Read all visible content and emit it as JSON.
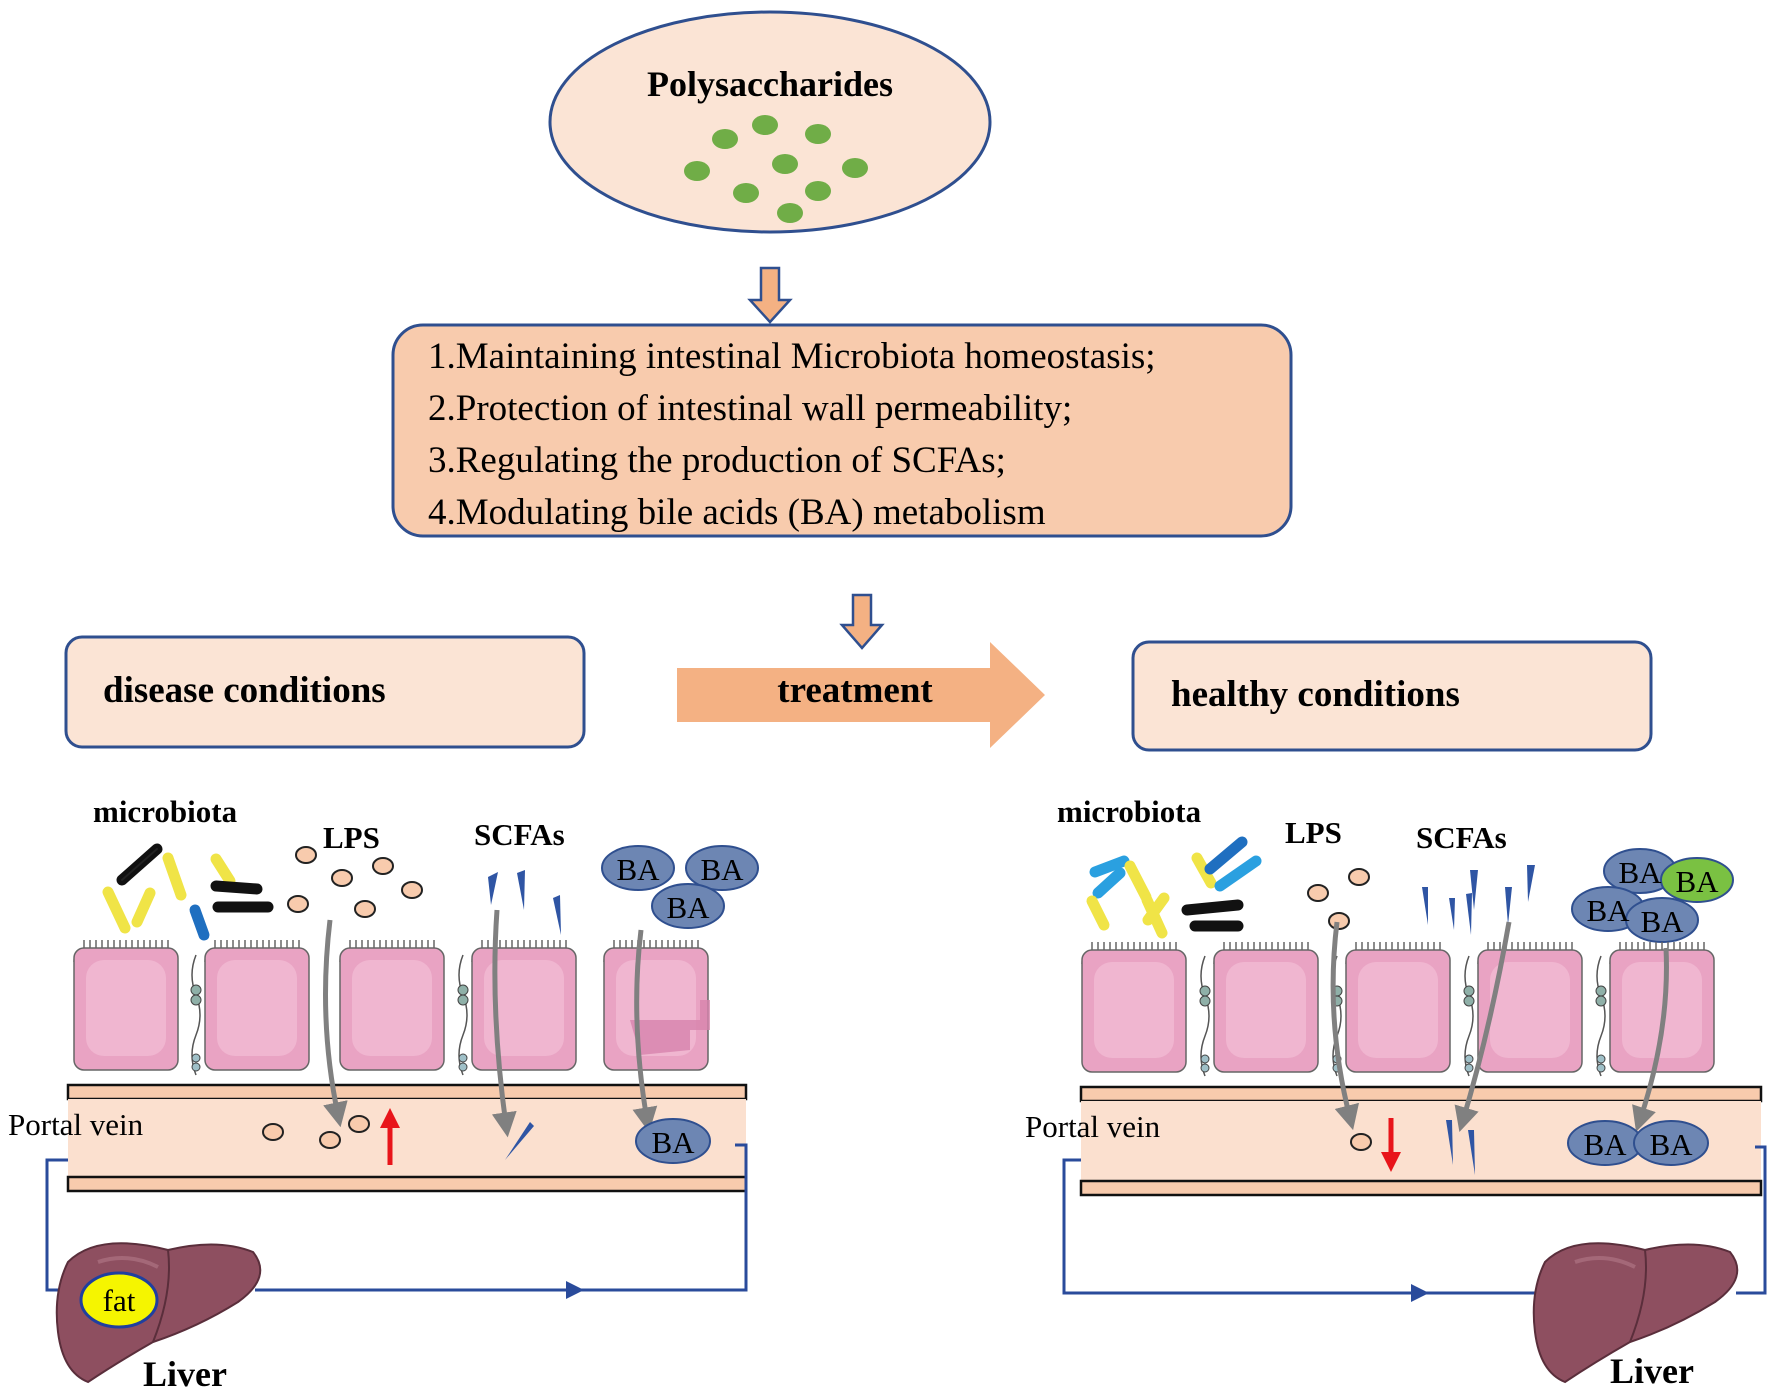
{
  "colors": {
    "peach": "#fbe4d5",
    "box_fill": "#f8cbad",
    "arrow_fill": "#f4b183",
    "outline": "#2f4f8f",
    "green_dot": "#70ad47",
    "cell_pink": "#e9a3c3",
    "vein_fill": "#fbe0cf",
    "ba_blue": "#6d86b3",
    "ba_green": "#7ac142",
    "liver": "#8e4f60",
    "fat": "#f5f500",
    "red_arrow": "#e8141a",
    "gray_arrow": "#808080",
    "circuit_line": "#2a4b9b"
  },
  "polysaccharides": {
    "label": "Polysaccharides"
  },
  "mechanisms": {
    "items": [
      "1.Maintaining intestinal Microbiota homeostasis;",
      "2.Protection of  intestinal wall permeability;",
      "3.Regulating the production of SCFAs;",
      "4.Modulating bile acids (BA) metabolism"
    ]
  },
  "treatment_label": "treatment",
  "disease": {
    "title": "disease conditions",
    "microbiota_label": "microbiota",
    "lps_label": "LPS",
    "scfas_label": "SCFAs",
    "ba_label": "BA",
    "portal_vein_label": "Portal vein",
    "fat_label": "fat",
    "liver_label": "Liver",
    "lps_trend": "up"
  },
  "healthy": {
    "title": "healthy conditions",
    "microbiota_label": "microbiota",
    "lps_label": "LPS",
    "scfas_label": "SCFAs",
    "ba_label": "BA",
    "portal_vein_label": "Portal vein",
    "liver_label": "Liver",
    "lps_trend": "down"
  }
}
